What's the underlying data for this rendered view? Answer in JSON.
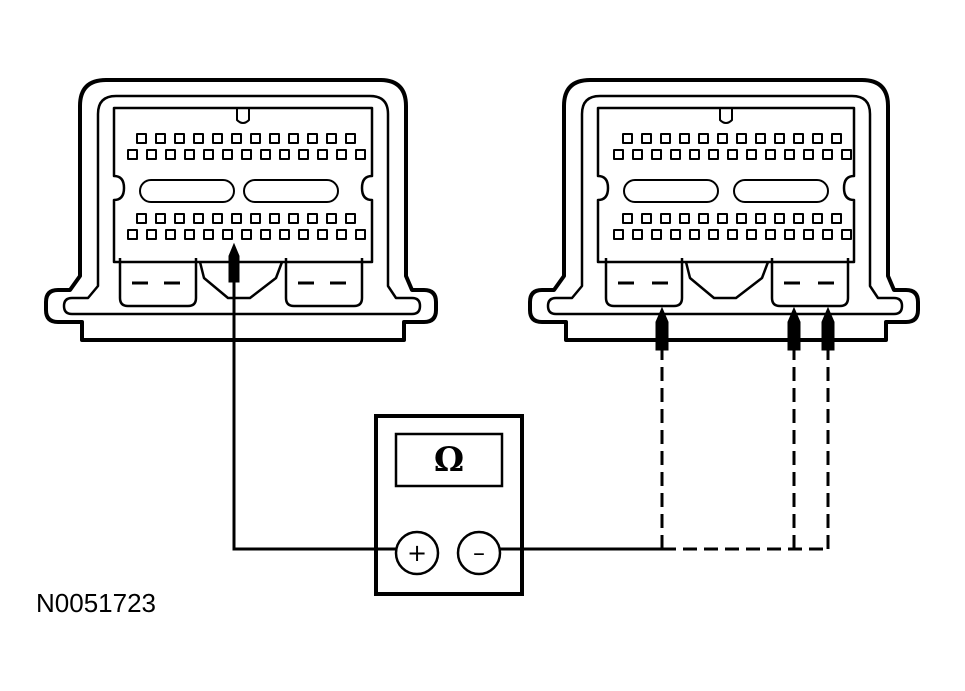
{
  "figure": {
    "id_label": "N0051723"
  },
  "meter": {
    "symbol": "Ω",
    "positive_terminal": "+",
    "negative_terminal": "–"
  },
  "connectors": [
    {
      "name": "left-connector"
    },
    {
      "name": "right-connector"
    }
  ],
  "leads": {
    "positive": {
      "style": "solid",
      "probe_count": 1
    },
    "negative": {
      "style": "dashed",
      "probe_count": 3
    }
  },
  "colors": {
    "line": "#000000",
    "background": "#ffffff"
  }
}
